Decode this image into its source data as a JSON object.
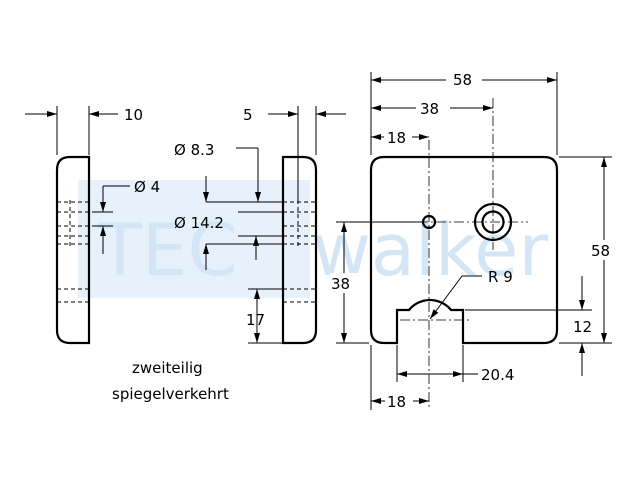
{
  "watermark": {
    "text_left": "TEC",
    "text_right": "walker"
  },
  "side_view": {
    "dim_thickness": "10",
    "dim_bore_small": "Ø 4",
    "note_line1": "zweiteilig",
    "note_line2": "spiegelverkehrt"
  },
  "section_view": {
    "dim_thickness": "5",
    "dim_bore_mid": "Ø 8.3",
    "dim_bore_large": "Ø 14.2",
    "dim_height": "17"
  },
  "front_view": {
    "dim_width_total": "58",
    "dim_bore_x": "38",
    "dim_small_hole_x": "18",
    "dim_height_total": "58",
    "dim_bore_height": "38",
    "dim_radius": "R 9",
    "dim_slot_height": "12",
    "dim_slot_width": "20.4",
    "dim_slot_center_x": "18"
  }
}
